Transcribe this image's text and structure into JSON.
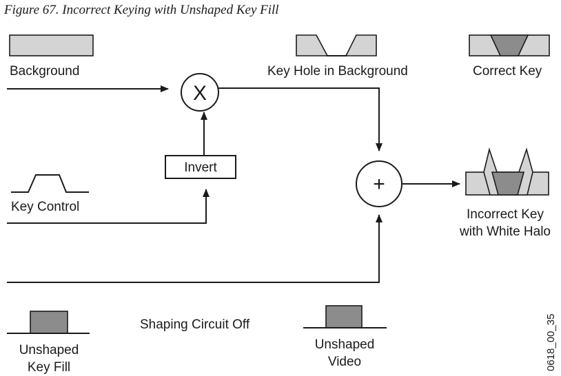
{
  "figure": {
    "caption": "Figure 67.  Incorrect Keying with Unshaped Key Fill",
    "id_code": "0618_00_35"
  },
  "labels": {
    "background": "Background",
    "key_hole": "Key Hole in Background",
    "correct_key": "Correct Key",
    "key_control": "Key Control",
    "incorrect_key_line1": "Incorrect Key",
    "incorrect_key_line2": "with White Halo",
    "shaping_circuit": "Shaping Circuit Off",
    "unshaped_key_fill_line1": "Unshaped",
    "unshaped_key_fill_line2": "Key Fill",
    "unshaped_video_line1": "Unshaped",
    "unshaped_video_line2": "Video"
  },
  "nodes": {
    "multiply_symbol": "X",
    "add_symbol": "+",
    "invert_label": "Invert"
  },
  "colors": {
    "light_fill": "#d4d4d4",
    "dark_fill": "#8c8c8c",
    "line": "#1a1a1a"
  }
}
